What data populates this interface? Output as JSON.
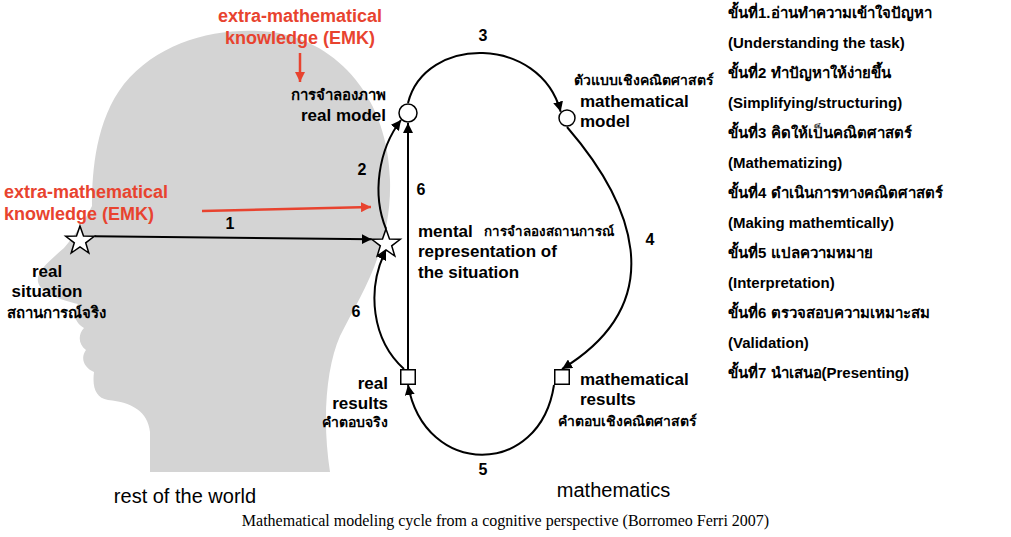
{
  "diagram": {
    "caption": "Mathematical modeling cycle from a cognitive perspective (Borromeo Ferri 2007)",
    "nodes": [
      {
        "text": [
          "real situation",
          "สถานการณ์จริง"
        ]
      },
      {
        "text": [
          "การจำลองภาพ",
          "real model"
        ]
      },
      {
        "text": [
          "mental representation of the situation",
          "การจำลองสถานการณ์"
        ]
      },
      {
        "text": [
          "mathematics"
        ]
      },
      {
        "text": [
          "ตัวแบบเชิงคณิตศาสตร์",
          "mathematical model"
        ],
        "in": 3
      },
      {
        "text": [
          "mathematical results",
          "คำตอบเชิงคณิตศาสตร์"
        ],
        "in": 3
      },
      {
        "text": [
          "real results",
          "คำตอบจริง"
        ]
      }
    ],
    "edges": [
      {
        "from": 0,
        "to": 2,
        "label": "1",
        "arrow": "to"
      },
      {
        "from": 2,
        "to": 1,
        "label": "2",
        "arrow": "to"
      },
      {
        "from": 1,
        "to": 4,
        "label": "3",
        "arrow": "to"
      },
      {
        "from": 4,
        "to": 5,
        "label": "4",
        "arrow": "to"
      },
      {
        "from": 5,
        "to": 6,
        "label": "5",
        "arrow": "to"
      },
      {
        "from": 6,
        "to": 2,
        "label": "6",
        "arrow": "to"
      },
      {
        "from": 6,
        "to": 1,
        "label": "6",
        "arrow": "to"
      }
    ],
    "labels": [
      "extra-mathematical knowledge (EMK)",
      "extra-mathematical knowledge (EMK)",
      "rest of the world",
      "ขั้นที่1.อ่านทำความเข้าใจปัญหา",
      "(Understanding the task)",
      "ขั้นที่2 ทำปัญหาให้ง่ายขึ้น",
      "(Simplifying/structuring)",
      "ขั้นที่3 คิดให้เป็นคณิตศาสตร์",
      "(Mathematizing)",
      "ขั้นที่4 ดำเนินการทางคณิตศาสตร์",
      "(Making mathemtically)",
      "ขั้นที่5 แปลความหมาย",
      "(Interpretation)",
      "ขั้นที่6 ตรวจสอบความเหมาะสม",
      "(Validation)",
      "ขั้นที่7 นำเสนอ(Presenting)"
    ]
  }
}
